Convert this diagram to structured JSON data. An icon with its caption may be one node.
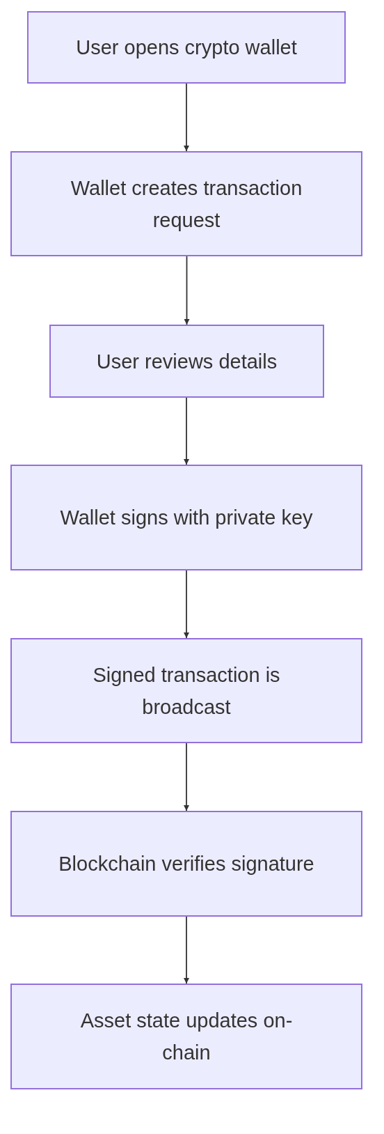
{
  "diagram": {
    "nodes": [
      {
        "text": [
          "User opens crypto wallet"
        ]
      },
      {
        "text": [
          "Wallet creates transaction request"
        ]
      },
      {
        "text": [
          "User reviews details"
        ]
      },
      {
        "text": [
          "Wallet signs with private key"
        ]
      },
      {
        "text": [
          "Signed transaction is broadcast"
        ]
      },
      {
        "text": [
          "Blockchain verifies signature"
        ]
      },
      {
        "text": [
          "Asset state updates on-chain"
        ]
      }
    ],
    "edges": [
      {
        "from": 0,
        "to": 1,
        "arrow": "to"
      },
      {
        "from": 1,
        "to": 2,
        "arrow": "to"
      },
      {
        "from": 2,
        "to": 3,
        "arrow": "to"
      },
      {
        "from": 3,
        "to": 4,
        "arrow": "to"
      },
      {
        "from": 4,
        "to": 5,
        "arrow": "to"
      },
      {
        "from": 5,
        "to": 6,
        "arrow": "to"
      }
    ]
  }
}
